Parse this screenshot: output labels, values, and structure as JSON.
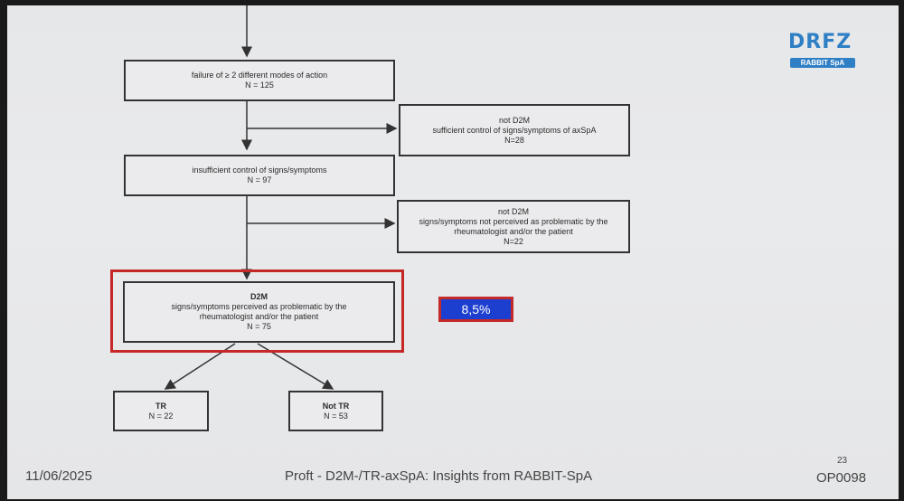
{
  "flowchart": {
    "box1": {
      "line1": "failure of ≥ 2 different modes of action",
      "line2": "N = 125"
    },
    "side1": {
      "line1": "not D2M",
      "line2": "sufficient control of signs/symptoms of axSpA",
      "line3": "N=28"
    },
    "box2": {
      "line1": "insufficient control of signs/symptoms",
      "line2": "N = 97"
    },
    "side2": {
      "line1": "not D2M",
      "line2": "signs/symptoms not perceived as problematic by the",
      "line3": "rheumatologist and/or the patient",
      "line4": "N=22"
    },
    "box3": {
      "title": "D2M",
      "line1": "signs/symptoms perceived as problematic by the",
      "line2": "rheumatologist and/or the patient",
      "line3": "N = 75"
    },
    "tr": {
      "title": "TR",
      "line1": "N = 22"
    },
    "nottr": {
      "title": "Not TR",
      "line1": "N = 53"
    }
  },
  "badge": {
    "value": "8,5%"
  },
  "logo": {
    "main": "DRFZ",
    "sub": "RABBIT SpA"
  },
  "footer": {
    "date": "11/06/2025",
    "title": "Proft - D2M-/TR-axSpA: Insights from RABBIT-SpA",
    "page": "23",
    "code": "OP0098"
  },
  "colors": {
    "highlight": "#c62828",
    "badge_bg": "#1c3fd0",
    "logo": "#2f7fc5"
  }
}
